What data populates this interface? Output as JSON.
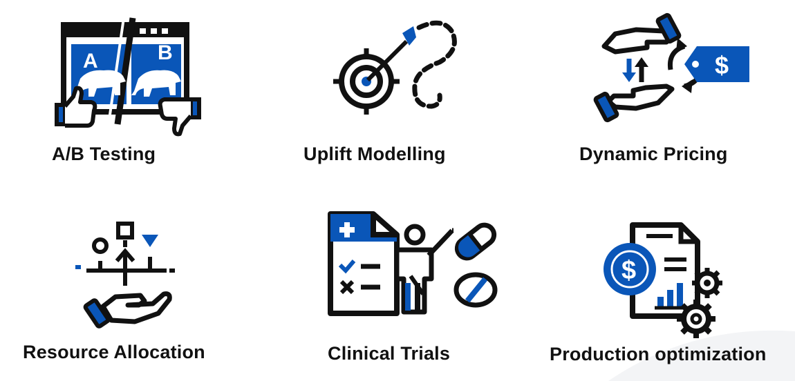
{
  "colors": {
    "accent": "#0a56b8",
    "ink": "#111111",
    "background": "#ffffff"
  },
  "items": [
    {
      "label": "A/B Testing",
      "icon": "ab-testing-icon",
      "icon_text": [
        "A",
        "B"
      ]
    },
    {
      "label": "Uplift Modelling",
      "icon": "target-arrow-icon"
    },
    {
      "label": "Dynamic Pricing",
      "icon": "hands-price-tag-icon",
      "icon_text": [
        "$"
      ]
    },
    {
      "label": "Resource Allocation",
      "icon": "hand-allocation-icon"
    },
    {
      "label": "Clinical Trials",
      "icon": "clinical-trial-icon"
    },
    {
      "label": "Production optimization",
      "icon": "cost-optimization-icon",
      "icon_text": [
        "$"
      ]
    }
  ]
}
